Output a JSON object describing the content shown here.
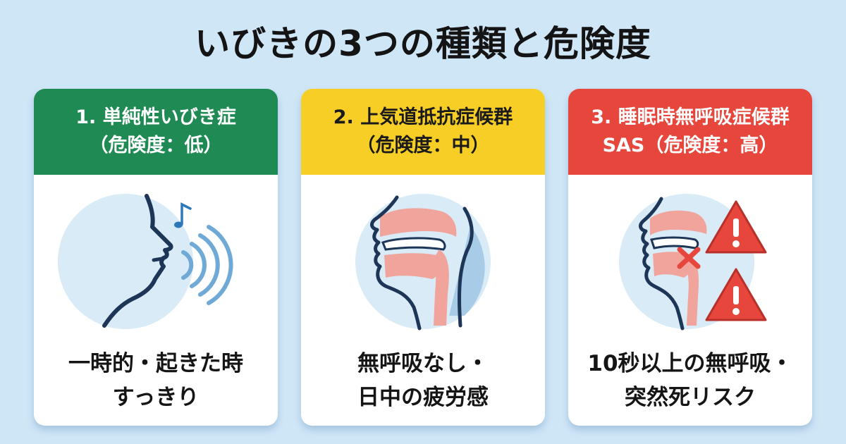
{
  "title": "いびきの3つの種類と危険度",
  "cards": [
    {
      "heading_line1": "1. 単純性いびき症",
      "heading_line2": "（危険度：低）",
      "illustration_icon": "snoring-face-icon",
      "desc_line1": "一時的・起きた時",
      "desc_line2": "すっきり",
      "color": "#1f8a53"
    },
    {
      "heading_line1": "2. 上気道抵抗症候群",
      "heading_line2": "（危険度：中）",
      "illustration_icon": "airway-narrowing-icon",
      "desc_line1": "無呼吸なし・",
      "desc_line2": "日中の疲労感",
      "color": "#f6ce26"
    },
    {
      "heading_line1": "3. 睡眠時無呼吸症候群",
      "heading_line2": "SAS（危険度：高）",
      "illustration_icon": "airway-blocked-warning-icon",
      "desc_line1": "10秒以上の無呼吸・",
      "desc_line2": "突然死リスク",
      "color": "#e7463c"
    }
  ]
}
